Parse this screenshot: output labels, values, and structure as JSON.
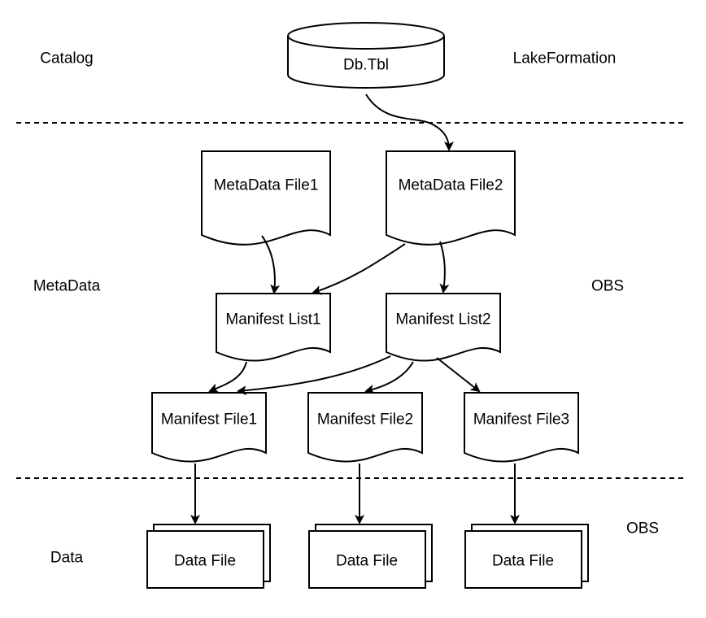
{
  "zones": {
    "catalog": {
      "label": "Catalog",
      "store": "LakeFormation"
    },
    "metadata": {
      "label": "MetaData",
      "store": "OBS"
    },
    "data": {
      "label": "Data",
      "store": "OBS"
    }
  },
  "nodes": {
    "db_tbl": "Db.Tbl",
    "metadata_files": [
      "MetaData File1",
      "MetaData File2"
    ],
    "manifest_lists": [
      "Manifest List1",
      "Manifest List2"
    ],
    "manifest_files": [
      "Manifest File1",
      "Manifest File2",
      "Manifest File3"
    ],
    "data_files": [
      "Data File",
      "Data File",
      "Data File"
    ]
  },
  "edges": [
    {
      "from": "Db.Tbl",
      "to": "MetaData File2"
    },
    {
      "from": "MetaData File1",
      "to": "Manifest List1"
    },
    {
      "from": "MetaData File2",
      "to": "Manifest List1"
    },
    {
      "from": "MetaData File2",
      "to": "Manifest List2"
    },
    {
      "from": "Manifest List1",
      "to": "Manifest File1"
    },
    {
      "from": "Manifest List2",
      "to": "Manifest File1"
    },
    {
      "from": "Manifest List2",
      "to": "Manifest File2"
    },
    {
      "from": "Manifest List2",
      "to": "Manifest File3"
    },
    {
      "from": "Manifest File1",
      "to": "Data File"
    },
    {
      "from": "Manifest File2",
      "to": "Data File"
    },
    {
      "from": "Manifest File3",
      "to": "Data File"
    }
  ]
}
